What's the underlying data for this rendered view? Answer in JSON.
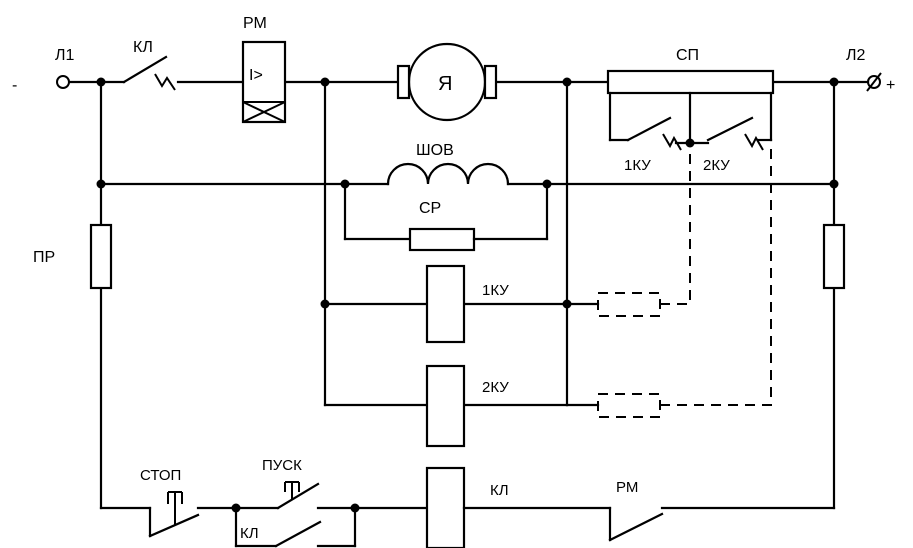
{
  "terminals": {
    "l1_label": "Л1",
    "l2_label": "Л2",
    "minus": "-",
    "plus": "+"
  },
  "components": {
    "kl_top": "КЛ",
    "rm_top": "РМ",
    "rm_symbol": "I>",
    "motor": "Я",
    "sp": "СП",
    "ku1_contact": "1КУ",
    "ku2_contact": "2КУ",
    "shov": "ШОВ",
    "sr": "СР",
    "pr": "ПР",
    "ku1_coil": "1КУ",
    "ku2_coil": "2КУ",
    "stop": "СТОП",
    "pusk": "ПУСК",
    "kl_hold": "КЛ",
    "kl_coil": "КЛ",
    "rm_bottom": "РМ"
  }
}
